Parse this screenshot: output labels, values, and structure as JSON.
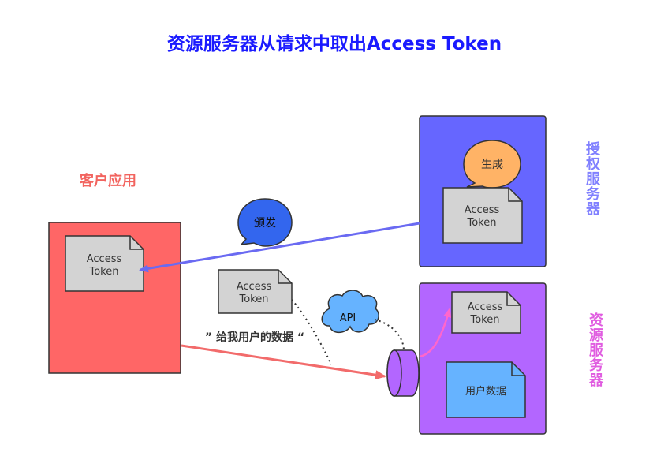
{
  "title": "资源服务器从请求中取出Access Token",
  "client": {
    "label": "客户应用",
    "token_line1": "Access",
    "token_line2": "Token"
  },
  "auth_server": {
    "label": "授权服务器",
    "bubble": "生成",
    "token_line1": "Access",
    "token_line2": "Token"
  },
  "resource_server": {
    "label": "资源服务器",
    "token_line1": "Access",
    "token_line2": "Token",
    "user_data": "用户数据"
  },
  "request_token": {
    "line1": "Access",
    "line2": "Token"
  },
  "issue_bubble": "颁发",
  "api_cloud": "API",
  "request_quote": "” 给我用户的数据 “",
  "colors": {
    "title": "#1a1aff",
    "client_label": "#f2645f",
    "client_box": "#ff6666",
    "auth_box": "#6666ff",
    "auth_label": "#8080ff",
    "resource_box": "#b366ff",
    "resource_label": "#e05ce0",
    "doc_fill": "#d3d3d3",
    "bubble_orange": "#ffb366",
    "bubble_blue": "#3366ee",
    "cloud_blue": "#66b3ff",
    "user_data_fill": "#66b3ff",
    "issue_arrow": "#6a6af2",
    "request_arrow": "#f26b6b",
    "pink_arrow": "#ff66cc"
  }
}
